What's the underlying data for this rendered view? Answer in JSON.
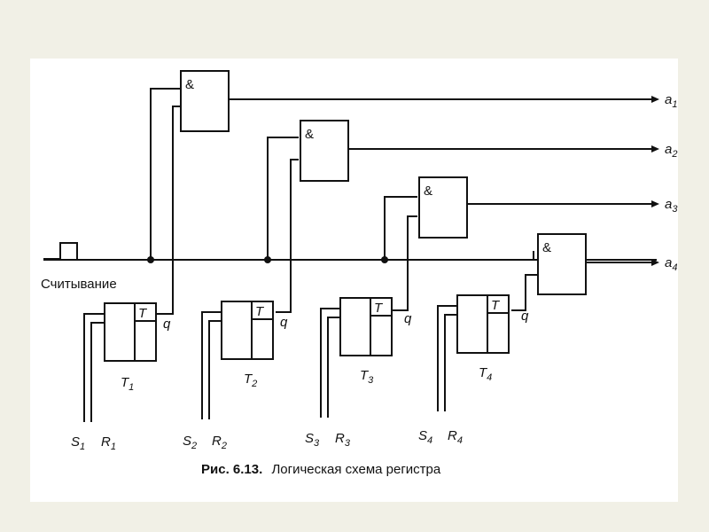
{
  "gate_symbol": "&",
  "read_signal_label": "Считывание",
  "trigger_symbol": "T",
  "trigger_output_label": "q",
  "outputs": [
    {
      "name": "a",
      "index": "1"
    },
    {
      "name": "a",
      "index": "2"
    },
    {
      "name": "a",
      "index": "3"
    },
    {
      "name": "a",
      "index": "4"
    }
  ],
  "triggers": [
    {
      "name": "T",
      "index": "1",
      "set": "S",
      "set_index": "1",
      "reset": "R",
      "reset_index": "1"
    },
    {
      "name": "T",
      "index": "2",
      "set": "S",
      "set_index": "2",
      "reset": "R",
      "reset_index": "2"
    },
    {
      "name": "T",
      "index": "3",
      "set": "S",
      "set_index": "3",
      "reset": "R",
      "reset_index": "3"
    },
    {
      "name": "T",
      "index": "4",
      "set": "S",
      "set_index": "4",
      "reset": "R",
      "reset_index": "4"
    }
  ],
  "caption": {
    "number": "Рис. 6.13.",
    "text": "Логическая схема регистра"
  }
}
